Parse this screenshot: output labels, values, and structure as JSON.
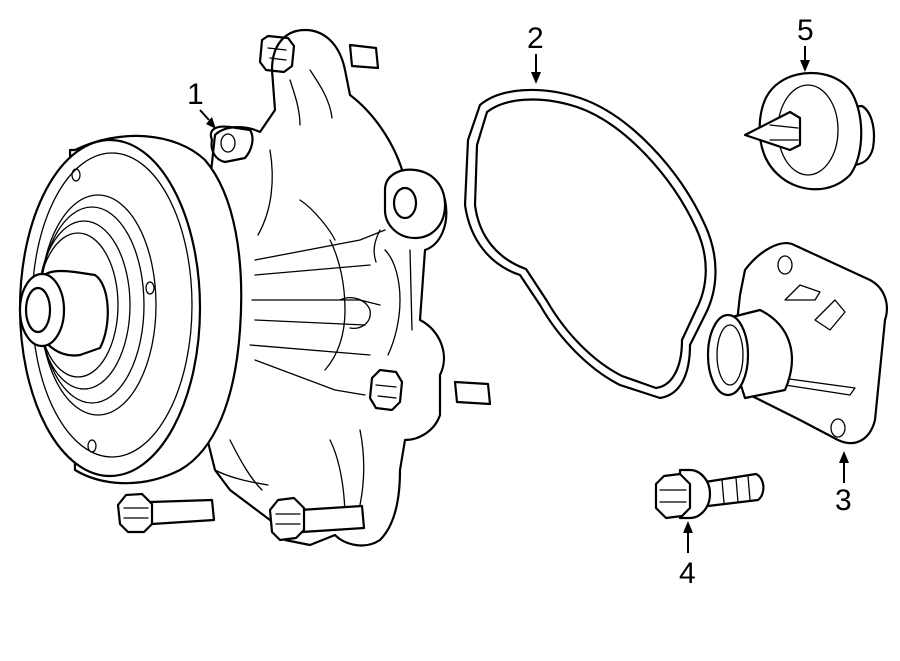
{
  "callouts": [
    {
      "id": "1",
      "label": "1",
      "part": "water-pump"
    },
    {
      "id": "2",
      "label": "2",
      "part": "gasket"
    },
    {
      "id": "3",
      "label": "3",
      "part": "thermostat-housing"
    },
    {
      "id": "4",
      "label": "4",
      "part": "bolt"
    },
    {
      "id": "5",
      "label": "5",
      "part": "thermostat"
    }
  ]
}
